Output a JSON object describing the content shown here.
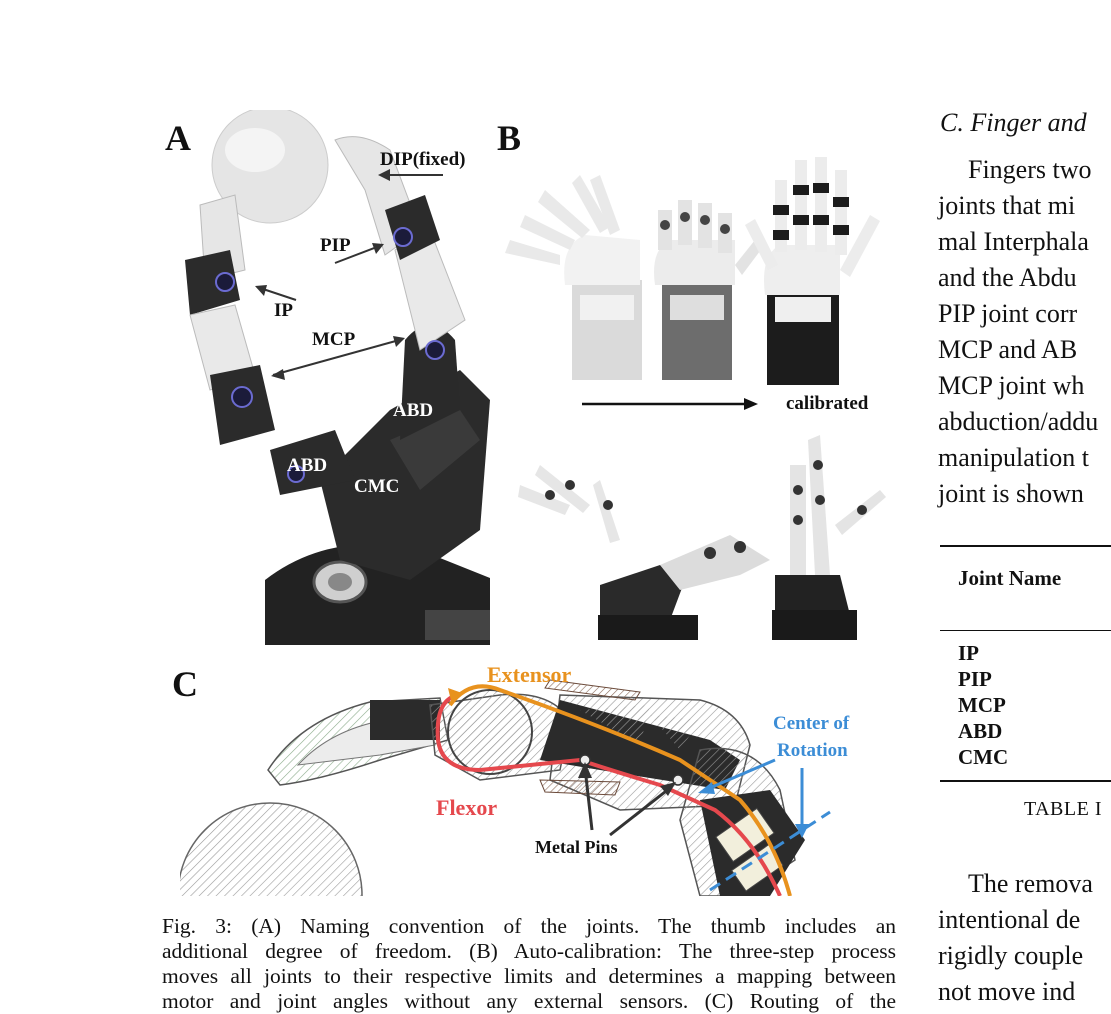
{
  "figure": {
    "panel_letters": {
      "a": "A",
      "b": "B",
      "c": "C"
    },
    "panel_a_labels": {
      "dip": "DIP(fixed)",
      "pip": "PIP",
      "ip": "IP",
      "mcp": "MCP",
      "abd_right": "ABD",
      "abd_left": "ABD",
      "cmc": "CMC"
    },
    "panel_b_labels": {
      "calibrated": "calibrated"
    },
    "panel_c_labels": {
      "extensor": "Extensor",
      "flexor": "Flexor",
      "center_of_rotation_1": "Center of",
      "center_of_rotation_2": "Rotation",
      "metal_pins": "Metal Pins"
    },
    "colors": {
      "extensor": "#E8921E",
      "flexor": "#E5484D",
      "center_of_rotation": "#3C8DD6"
    }
  },
  "caption": {
    "line1": "Fig. 3: (A) Naming convention of the joints. The thumb includes an",
    "line2": "additional degree of freedom. (B) Auto-calibration: The three-step process",
    "line3": "moves all joints to their respective limits and determines a mapping between",
    "line4": "motor and joint angles without any external sensors. (C) Routing of the"
  },
  "right_column": {
    "section_title": "C.  Finger and",
    "paragraph1": [
      "Fingers two",
      "joints that mi",
      "mal Interphala",
      "and the Abdu",
      "PIP joint corr",
      "MCP and AB",
      "MCP joint wh",
      "abduction/addu",
      "manipulation t",
      "joint is shown"
    ],
    "table": {
      "header": "Joint Name",
      "rows": [
        "IP",
        "PIP",
        "MCP",
        "ABD",
        "CMC"
      ],
      "caption": "TABLE I"
    },
    "paragraph2": [
      "The remova",
      "intentional de",
      "rigidly couple",
      "not move ind"
    ]
  }
}
